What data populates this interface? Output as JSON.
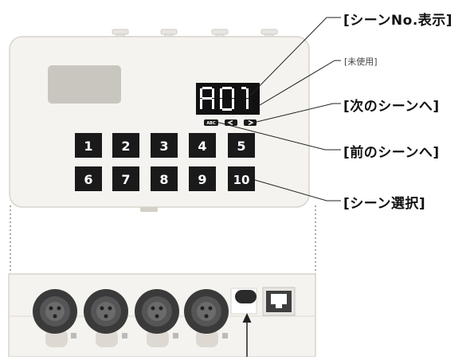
{
  "callouts": {
    "scene_display": "[シーンNo.表示]",
    "unused": "[未使用]",
    "next_scene": "[次のシーンへ]",
    "prev_scene": "[前のシーンへ]",
    "scene_select": "[シーン選択]"
  },
  "display": {
    "readout": "A01"
  },
  "panel_buttons": {
    "abc": "ABC",
    "prev": "<",
    "next": ">"
  },
  "scene_keys": [
    "1",
    "2",
    "3",
    "4",
    "5",
    "6",
    "7",
    "8",
    "9",
    "10"
  ],
  "colors": {
    "device_body": "#f5f3ef",
    "device_outline": "#d8d4cc",
    "key_bg": "#1a1a1a",
    "key_text": "#ffffff",
    "display_bg": "#111111",
    "display_segment": "#ffffff",
    "callout_line": "#222222"
  },
  "icons": [
    "xlr-connector-icon",
    "rj45-port-icon",
    "power-jack-icon",
    "arrow-up-icon"
  ]
}
